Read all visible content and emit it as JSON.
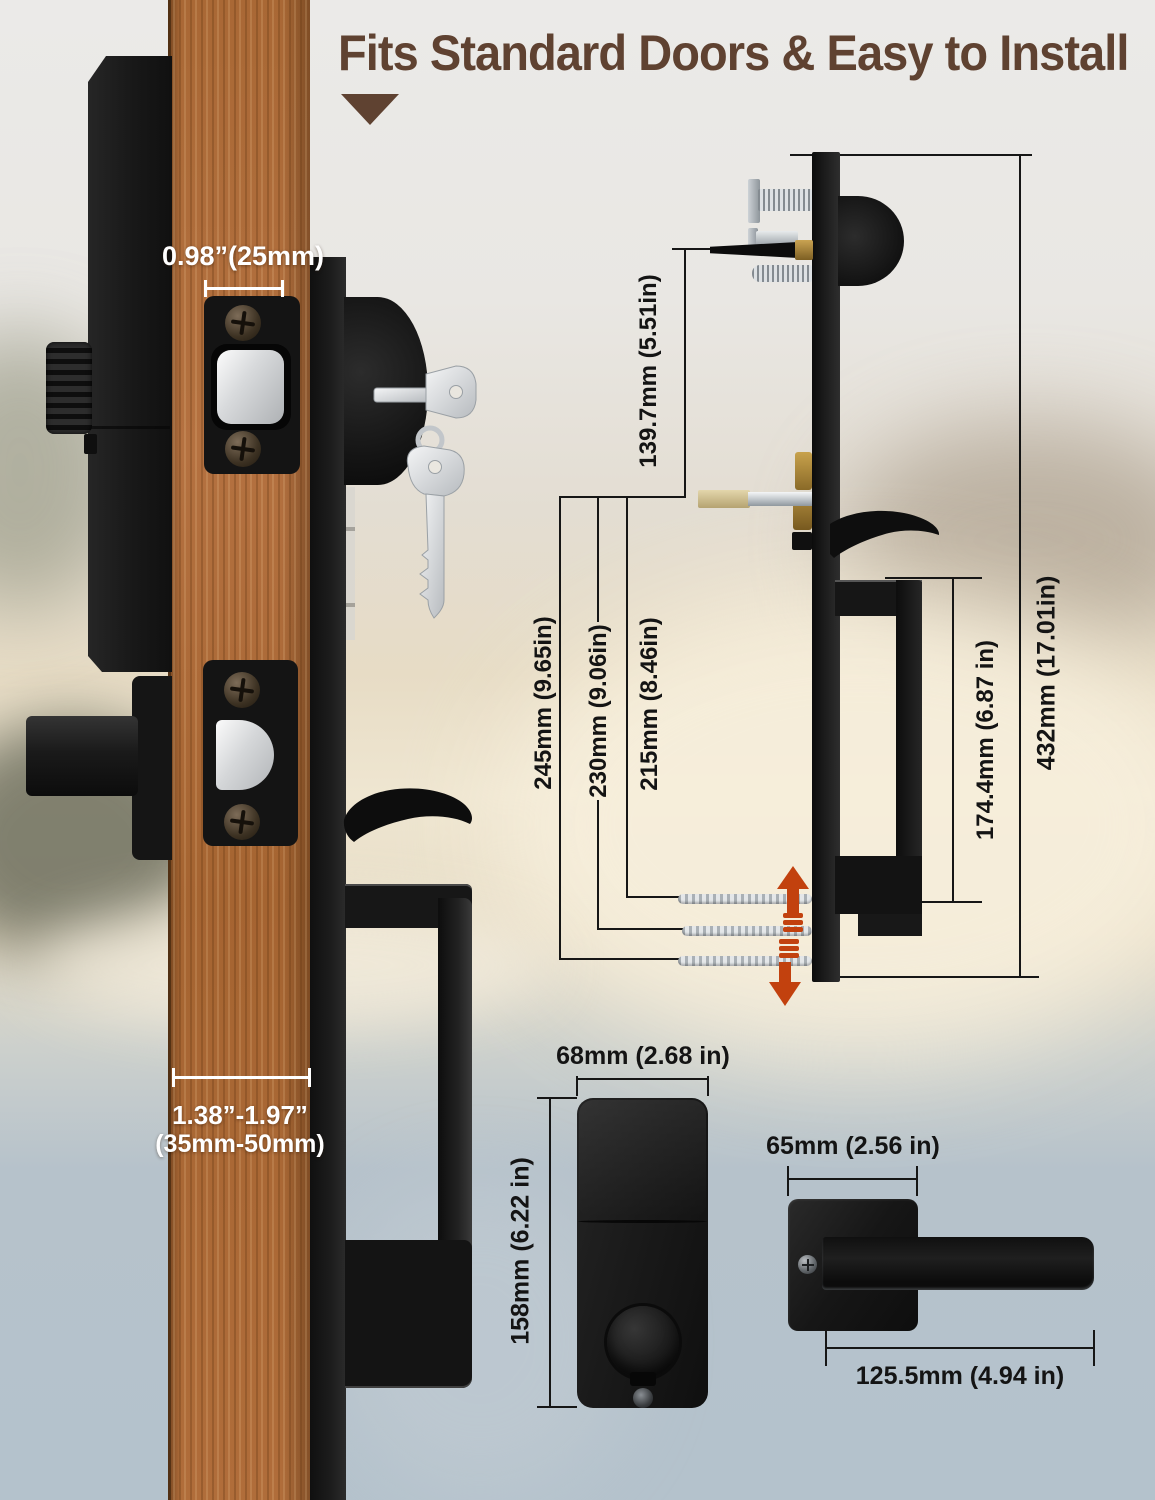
{
  "title": "Fits Standard Doors & Easy to Install",
  "colors": {
    "title_brown": "#5f4231",
    "arrow_red": "#c2410e",
    "wood_brown": "#ab6a35",
    "hardware_black": "#141414",
    "dim_line_black": "#161616",
    "dim_text_white": "#ffffff"
  },
  "door_edge_view": {
    "latch_backset": "0.98”(25mm)",
    "door_thickness": "1.38”-1.97”",
    "door_thickness_range": "(35mm-50mm)"
  },
  "side_view": {
    "deadbolt_to_lever": "139.7mm (5.51in)",
    "total_length": "432mm (17.01in)",
    "screw_spacing_max": "245mm (9.65in)",
    "screw_spacing_mid": "230mm (9.06in)",
    "screw_spacing_min": "215mm (8.46in)",
    "handle_length": "174.4mm (6.87 in)"
  },
  "interior_unit": {
    "width": "68mm (2.68 in)",
    "height": "158mm (6.22 in)"
  },
  "lever_handle": {
    "rosette_width": "65mm (2.56 in)",
    "lever_length": "125.5mm (4.94 in)"
  }
}
